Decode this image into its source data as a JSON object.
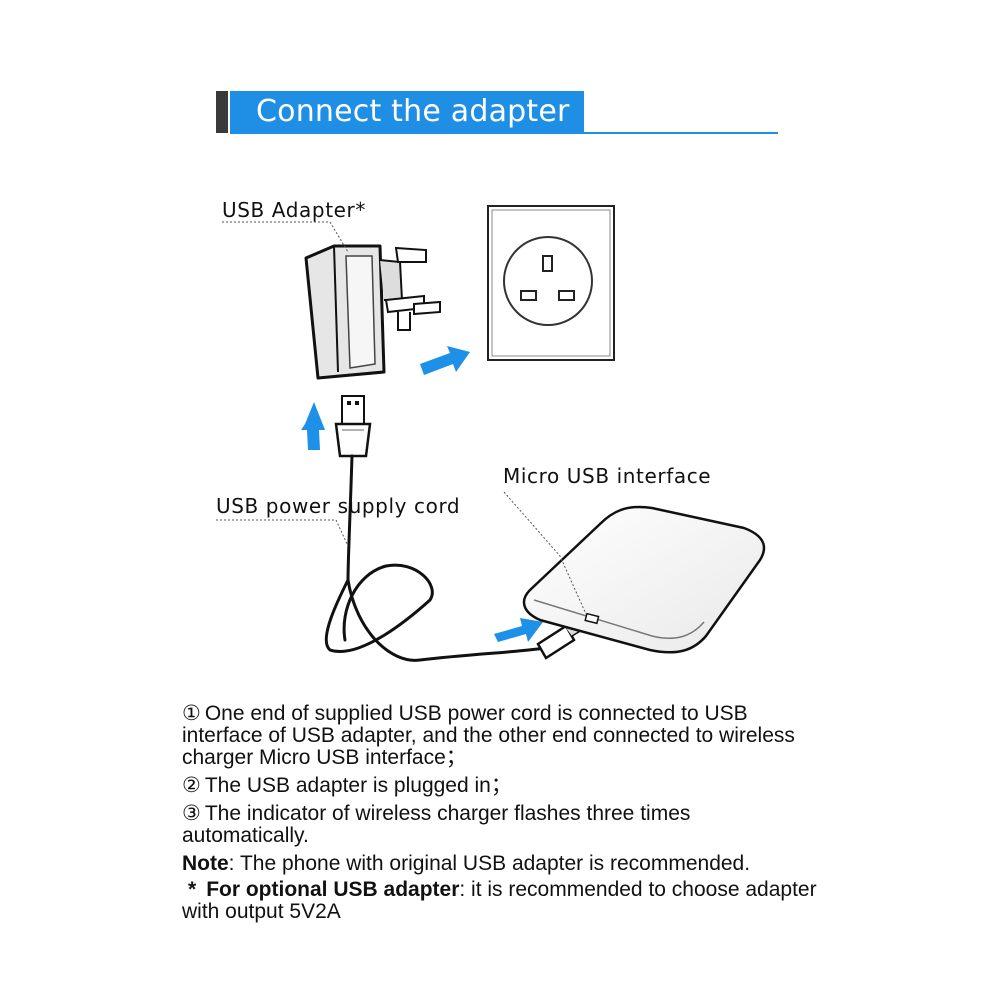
{
  "header": {
    "title": "Connect the adapter"
  },
  "diagram": {
    "labels": {
      "usb_adapter": "USB Adapter*",
      "usb_cord": "USB power supply cord",
      "micro_usb": "Micro USB interface"
    }
  },
  "instructions": {
    "step1": {
      "num": "①",
      "text": "One end of supplied USB power cord is connected to USB interface of USB adapter, and the other end connected to wireless charger Micro USB interface；"
    },
    "step2": {
      "num": "②",
      "text": "The USB adapter is plugged in；"
    },
    "step3": {
      "num": "③",
      "text": "The indicator of wireless charger flashes three times automatically."
    },
    "note": {
      "label": "Note",
      "text": ": The phone with original USB adapter is recommended."
    },
    "optional": {
      "star": "*",
      "label": "For optional USB adapter",
      "text": ": it is recommended to choose adapter with output 5V2A"
    }
  },
  "colors": {
    "accent": "#1f8fe5",
    "arrow": "#1e90e8"
  }
}
